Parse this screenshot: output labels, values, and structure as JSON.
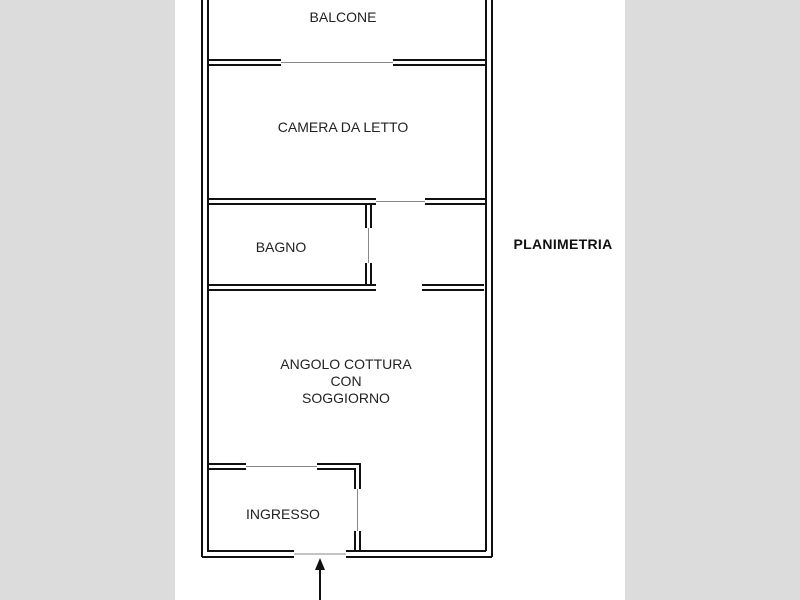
{
  "title": "PLANIMETRIA",
  "rooms": {
    "balcone": "BALCONE",
    "camera": "CAMERA DA LETTO",
    "bagno": "BAGNO",
    "soggiorno": [
      "ANGOLO COTTURA",
      "CON",
      "SOGGIORNO"
    ],
    "ingresso": "INGRESSO"
  },
  "colors": {
    "wall": "#111111",
    "background": "#dcdcdc",
    "paper": "#ffffff"
  }
}
